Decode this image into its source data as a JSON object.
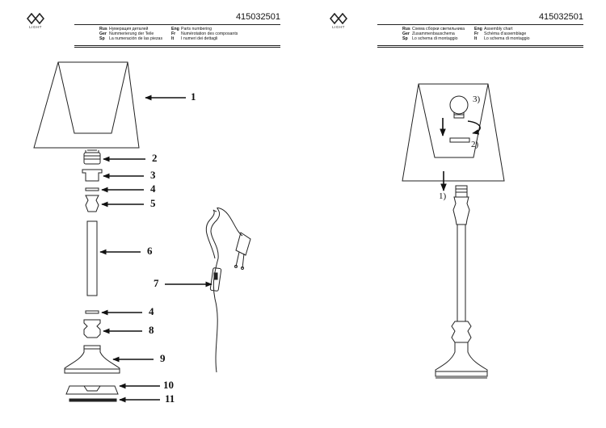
{
  "left_sheet": {
    "logo_text": "LIGHT",
    "code": "415032501",
    "header": {
      "col1": [
        {
          "lang": "Rus",
          "text": "Нумерация деталей"
        },
        {
          "lang": "Ger",
          "text": "Nummerierung der Teile"
        },
        {
          "lang": "Sp",
          "text": "La numeración de las piezas"
        }
      ],
      "col2": [
        {
          "lang": "Eng",
          "text": "Parts numbering"
        },
        {
          "lang": "Fr",
          "text": "Numérotation des composants"
        },
        {
          "lang": "It",
          "text": "I numeri dei dettagli"
        }
      ]
    },
    "part_numbers": [
      "1",
      "2",
      "3",
      "4",
      "5",
      "6",
      "7",
      "4",
      "8",
      "9",
      "10",
      "11"
    ]
  },
  "right_sheet": {
    "logo_text": "LIGHT",
    "code": "415032501",
    "header": {
      "col1": [
        {
          "lang": "Rus",
          "text": "Схема сборки светильника"
        },
        {
          "lang": "Ger",
          "text": "Zusammenbauschema"
        },
        {
          "lang": "Sp",
          "text": "Lo schema di montaggio"
        }
      ],
      "col2": [
        {
          "lang": "Eng",
          "text": "Assembly chart"
        },
        {
          "lang": "Fr",
          "text": "Schéma d'assemblage"
        },
        {
          "lang": "It",
          "text": "Lo schema di montaggio"
        }
      ]
    },
    "steps": [
      "1)",
      "2)",
      "3)"
    ]
  }
}
